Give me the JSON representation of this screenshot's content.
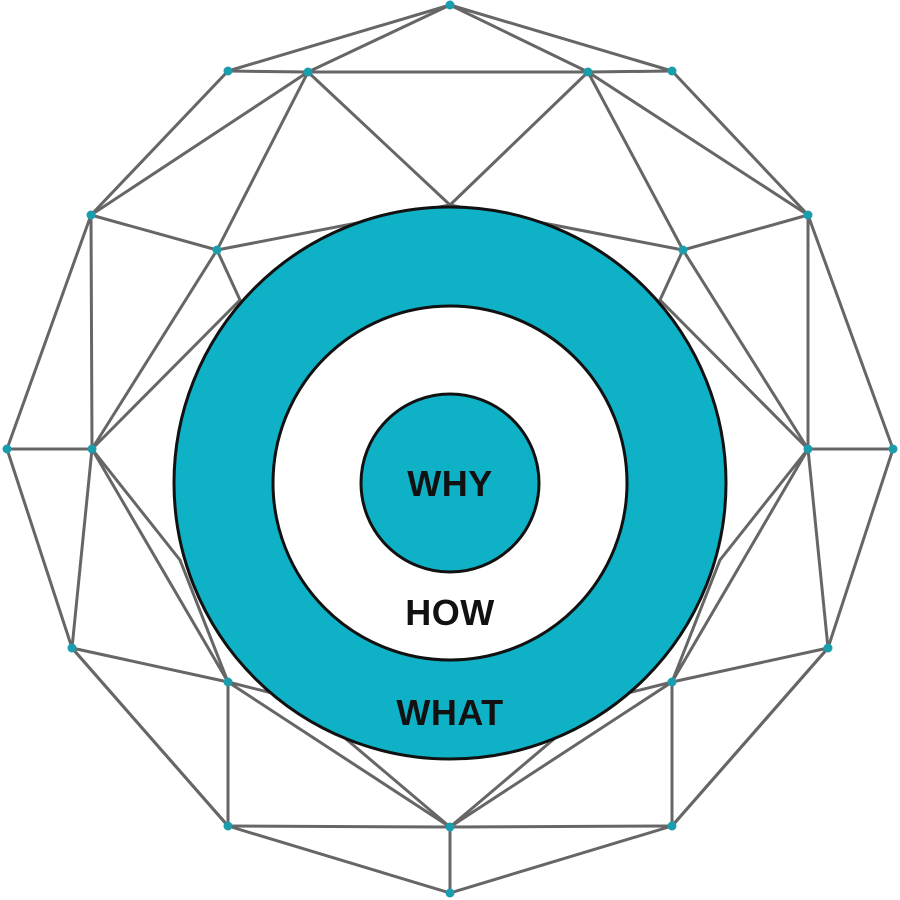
{
  "labels": {
    "why": "WHY",
    "how": "HOW",
    "what": "WHAT"
  },
  "colors": {
    "accent": "#0FB1C6",
    "mesh_line": "#666666",
    "node": "#1A9EAE",
    "ring_stroke": "#111111",
    "background": "#FFFFFF"
  }
}
